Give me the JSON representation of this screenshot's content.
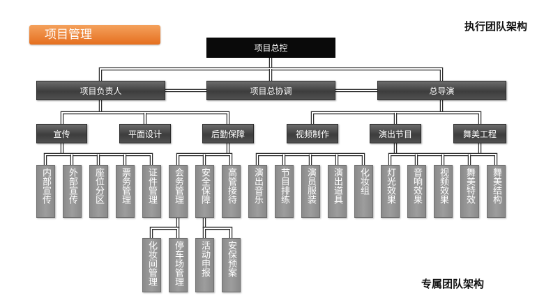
{
  "header": {
    "tag_label": "项目管理",
    "top_right_title": "执行团队架构",
    "bottom_right_title": "专属团队架构"
  },
  "org": {
    "root": "项目总控",
    "level1": [
      "项目负责人",
      "项目总协调",
      "总导演"
    ],
    "level2": [
      "宣传",
      "平面设计",
      "后勤保障",
      "视频制作",
      "演出节目",
      "舞美工程"
    ],
    "level3": [
      "内部宣传",
      "外部宣传",
      "座位分区",
      "票务管理",
      "证件管理",
      "会务管理",
      "安全保障",
      "高管接待",
      "演出音乐",
      "节目排练",
      "演员服装",
      "演出道具",
      "化妆组",
      "灯光效果",
      "音响效果",
      "视频效果",
      "舞美特效",
      "舞美结构"
    ],
    "level4": [
      "化妆间管理",
      "停车场管理",
      "活动申报",
      "安保预案"
    ]
  }
}
